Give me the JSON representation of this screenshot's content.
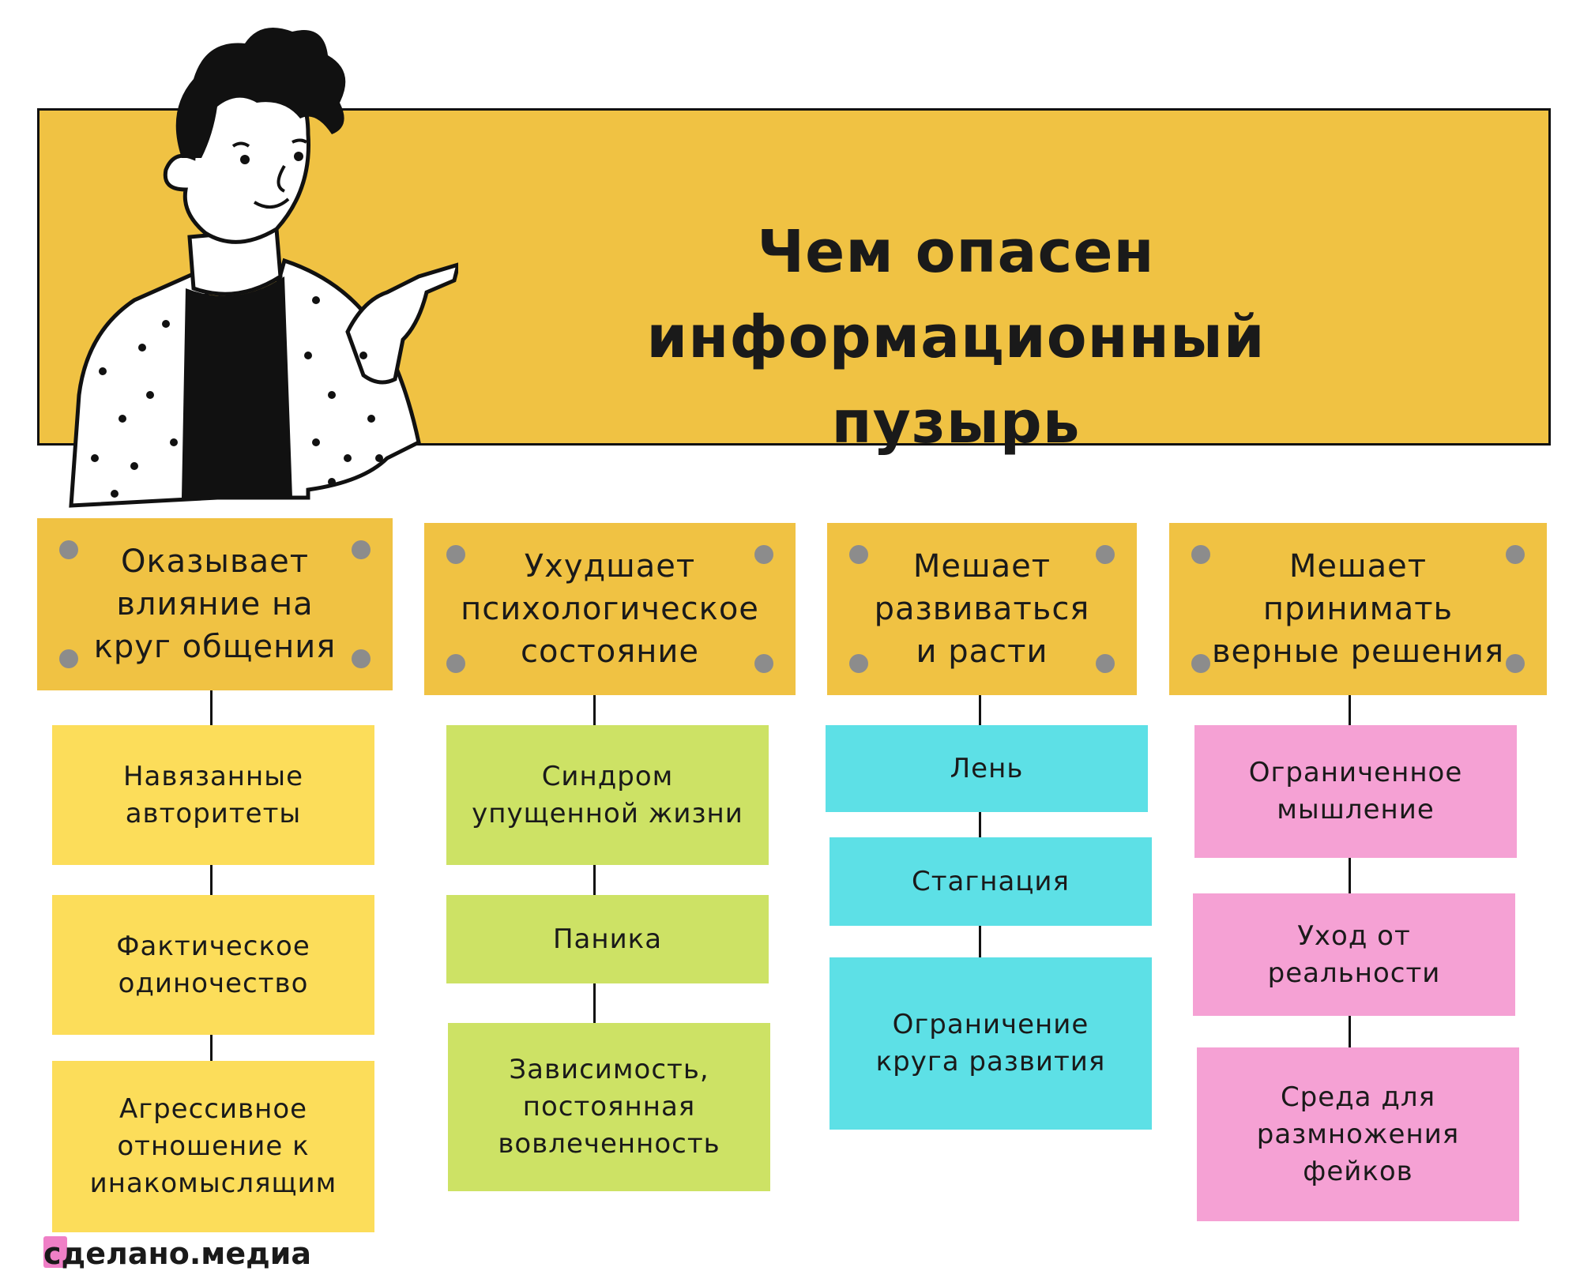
{
  "title": {
    "line1": "Чем опасен",
    "line2": "информационный пузырь"
  },
  "columns": [
    {
      "header": "Оказывает\nвлияние на\nкруг общения",
      "items": [
        "Навязанные\nавторитеты",
        "Фактическое\nодиночество",
        "Агрессивное\nотношение к\nинакомыслящим"
      ]
    },
    {
      "header": "Ухудшает\nпсихологическое\nсостояние",
      "items": [
        "Синдром\nупущенной жизни",
        "Паника",
        "Зависимость,\nпостоянная\nвовлеченность"
      ]
    },
    {
      "header": "Мешает\nразвиваться\nи расти",
      "items": [
        "Лень",
        "Стагнация",
        "Ограничение\nкруга развития"
      ]
    },
    {
      "header": "Мешает\nпринимать\nверные решения",
      "items": [
        "Ограниченное\nмышление",
        "Уход от\nреальности",
        "Среда для\nразмножения\nфейков"
      ]
    }
  ],
  "colors": {
    "banner": "#f0c243",
    "header": "#f0c243",
    "column1": "#fcdd5a",
    "column2": "#cde265",
    "column3": "#5de0e6",
    "column4": "#f5a1d4"
  },
  "logo": "сделано.медиа",
  "illustration": "person-pointing-illustration"
}
